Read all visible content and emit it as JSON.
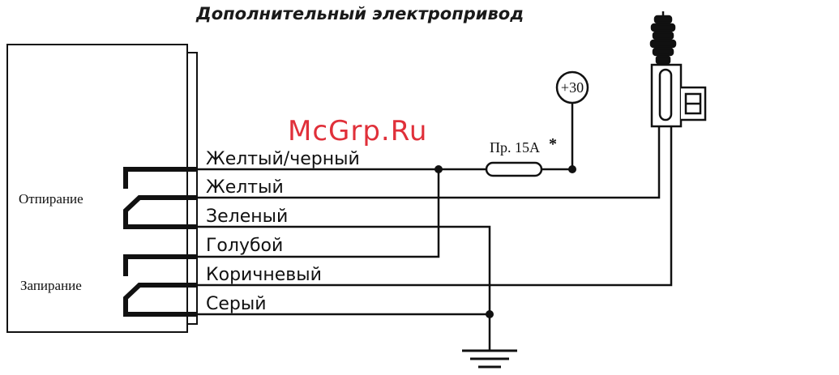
{
  "title": "Дополнительный электропривод",
  "watermark": "McGrp.Ru",
  "relays": {
    "unlock": "Отпирание",
    "lock": "Запирание"
  },
  "wires": [
    "Желтый/черный",
    "Желтый",
    "Зеленый",
    "Голубой",
    "Коричневый",
    "Серый"
  ],
  "fuse_label": "Пр. 15А",
  "fuse_mark": "*",
  "power_label": "+30",
  "colors": {
    "line": "#111111",
    "watermark": "#e0303a"
  }
}
